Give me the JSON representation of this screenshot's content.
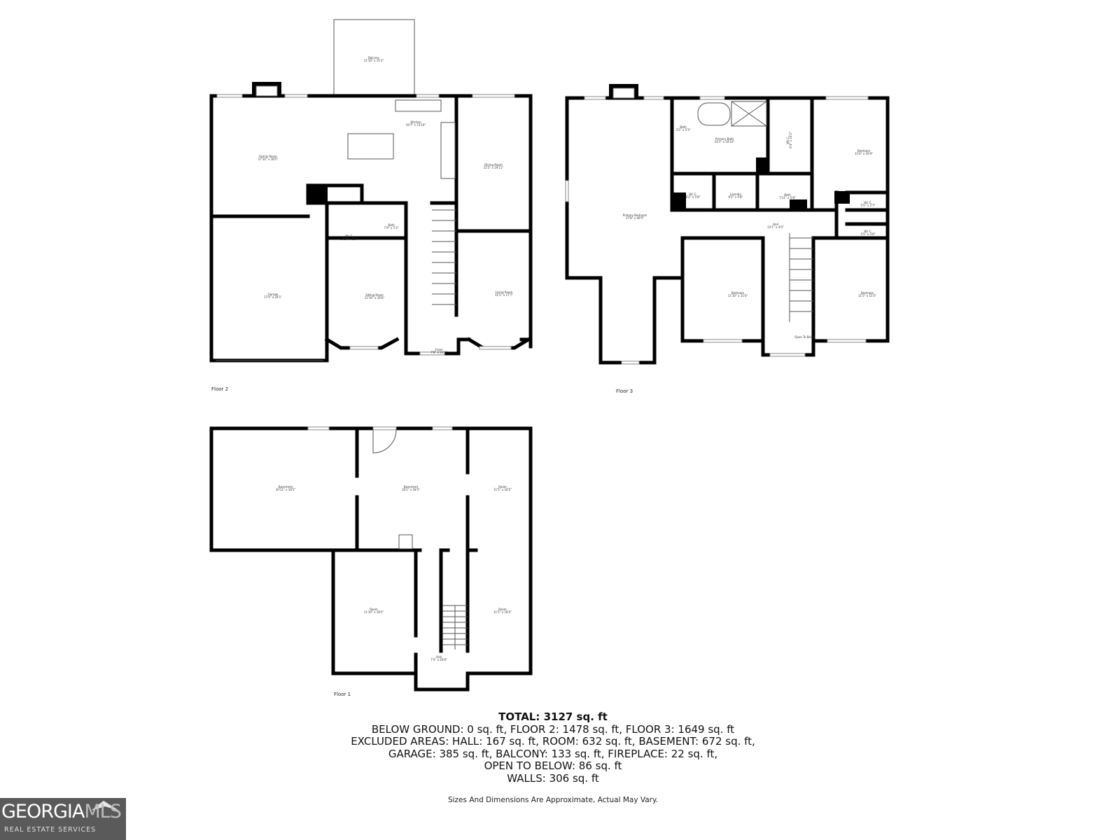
{
  "floor2": {
    "label": "Floor 2",
    "rooms": [
      {
        "name": "Balcony",
        "dims": "11'10\" x 11'3\""
      },
      {
        "name": "Kitchen",
        "dims": "19'7\" x 13'10\""
      },
      {
        "name": "Family Room",
        "dims": "17'10\" x 18'5\""
      },
      {
        "name": "Dining Room",
        "dims": "11'5\" x 19'11\""
      },
      {
        "name": "W.I.C.",
        "dims": "3'10\" x 5'3\""
      },
      {
        "name": "Bath",
        "dims": "7'9\" x 5'3\""
      },
      {
        "name": "Garage",
        "dims": "17'4\" x 24'1\""
      },
      {
        "name": "Sitting Room",
        "dims": "11'10\" x 16'6\""
      },
      {
        "name": "Living Room",
        "dims": "11'5\" x 17'7\""
      },
      {
        "name": "Foyer",
        "dims": "7'8\" x 23'1\""
      }
    ]
  },
  "floor3": {
    "label": "Floor 3",
    "rooms": [
      {
        "name": "Bath",
        "dims": "3'2\" x 5'3\""
      },
      {
        "name": "Primary Bath",
        "dims": "14'3\" x 10'10\""
      },
      {
        "name": "W.I.C.",
        "dims": "6'4\" x 10'2\""
      },
      {
        "name": "Bedroom",
        "dims": "11'6\" x 16'9\""
      },
      {
        "name": "W.I.C.",
        "dims": "6'2\" x 5'8\""
      },
      {
        "name": "Laundry",
        "dims": "6'2\" x 5'8\""
      },
      {
        "name": "Bath",
        "dims": "7'11\" x 5'8\""
      },
      {
        "name": "Primary Bedroom",
        "dims": "17'8\" x 40'5\""
      },
      {
        "name": "Hall",
        "dims": "23'1\" x 4'0\""
      },
      {
        "name": "W.I.C.",
        "dims": "5'5\" x 2'7\""
      },
      {
        "name": "W.I.C.",
        "dims": "5'5\" x 3'8\""
      },
      {
        "name": "Bedroom",
        "dims": "11'10\" x 15'4\""
      },
      {
        "name": "Bedroom",
        "dims": "11'5\" x 15'5\""
      },
      {
        "name": "Open To Below",
        "dims": ""
      }
    ]
  },
  "floor1": {
    "label": "Floor 1",
    "rooms": [
      {
        "name": "Basement",
        "dims": "20'11\" x 18'5\""
      },
      {
        "name": "Basement",
        "dims": "16'2\" x 18'5\""
      },
      {
        "name": "Room",
        "dims": "11'5\" x 18'5\""
      },
      {
        "name": "Room",
        "dims": "11'10\" x 18'5\""
      },
      {
        "name": "Room",
        "dims": "11'5\" x 18'5\""
      },
      {
        "name": "Hall",
        "dims": "7'5\" x 20'8\""
      }
    ]
  },
  "summary": {
    "total": "TOTAL: 3127 sq. ft",
    "line1": "BELOW GROUND: 0 sq. ft, FLOOR 2: 1478 sq. ft, FLOOR 3: 1649 sq. ft",
    "line2": "EXCLUDED AREAS: HALL: 167 sq. ft, ROOM: 632 sq. ft, BASEMENT: 672 sq. ft,",
    "line3": "GARAGE: 385 sq. ft, BALCONY: 133 sq. ft, FIREPLACE: 22 sq. ft,",
    "line4": "OPEN TO BELOW: 86 sq. ft",
    "line5": "WALLS: 306 sq. ft"
  },
  "disclaimer": "Sizes And Dimensions Are Approximate, Actual May Vary.",
  "logo": {
    "text_main": "GEORGIA",
    "text_accent": "MLS",
    "tagline": "REAL ESTATE SERVICES",
    "background": "#5a5a5a"
  }
}
